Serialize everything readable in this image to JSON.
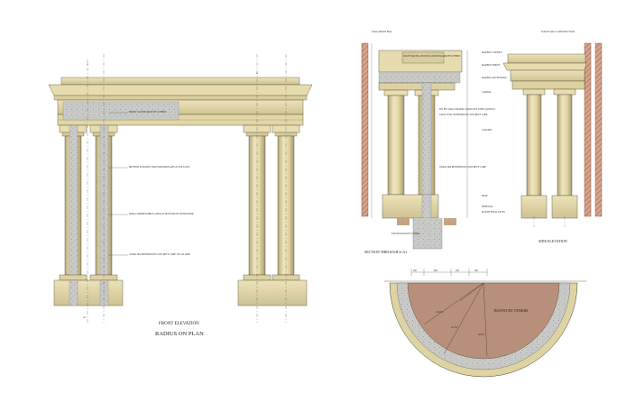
{
  "drawing": {
    "front_elevation": {
      "title": "FRONT ELEVATION",
      "subtitle": "RADIUS ON PLAN",
      "section_marks": [
        "A",
        "A"
      ],
      "section_label": "A1",
      "notes": [
        "FRONT SCREED ROOF BY OTHERS",
        "METHOD SUITABLE FOR EXPANSION ARE AS FOLLOWS",
        "20mm COMPRESSIBLE LAYER AT BOTTOM OF STONEWORK",
        "150mm DIA REINFORCED CONCRETE CORE TO COLUMN"
      ]
    },
    "section": {
      "title": "SECTION THROUGH A-A1",
      "top_note": "25mm ABOVE BOX",
      "right_notes": [
        "MARBLE CORNICE",
        "MARBLE FRIEZE",
        "MARBLE ARCHITRAVE",
        "CAPITAL",
        "COLUMN",
        "BASE",
        "PEDESTAL",
        "PLINTH FINAL LEVEL"
      ],
      "centre_notes": [
        "FIX BY 10mm CERAMIC STAINLESS STEEL DOWELS",
        "GROUT FILL REINFORCED CONCRETE CORE",
        "100mm DIA REINFORCED CONCRETE CORE",
        "FOUNDATION BY OTHERS"
      ],
      "head_note": "ROOF SEATING ON INSULATION BOARD BY OTHERS"
    },
    "side_elevation": {
      "title": "SIDE ELEVATION",
      "top_note": "TOP OF WALL CONSTRUCTION"
    },
    "plan": {
      "label": "ROOFIT BY OTHERS",
      "dimensions": [
        "200",
        "600",
        "200",
        "300"
      ],
      "radius_labels": [
        "R2200",
        "R1700",
        "R2700"
      ]
    }
  },
  "colors": {
    "stone": "#e6dcae",
    "stone_dark": "#c6b98a",
    "stone_shadow": "#b3a475",
    "concrete": "#c8c9c6",
    "brick": "#c98f75",
    "plan_fill": "#b88f7a",
    "line": "#4b4638"
  }
}
